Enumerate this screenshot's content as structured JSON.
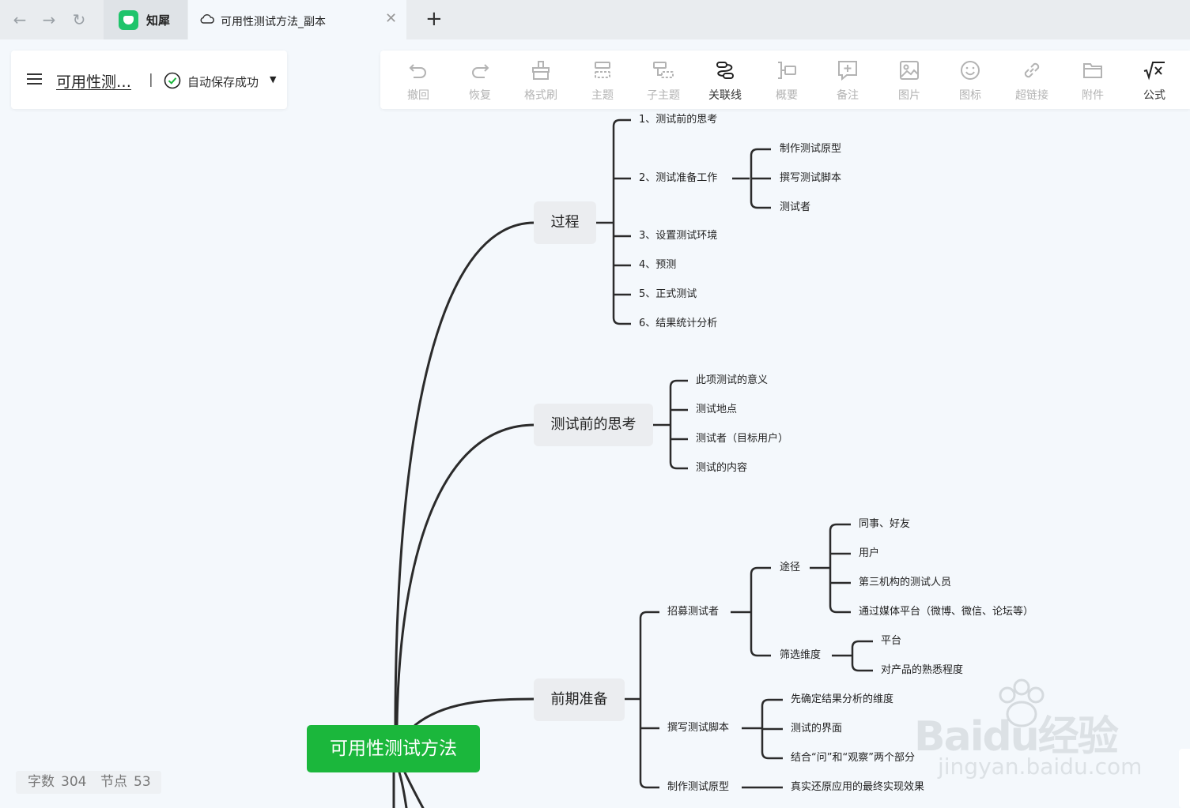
{
  "browser": {
    "back_icon": "arrow-left-icon",
    "forward_icon": "arrow-right-icon",
    "reload_icon": "reload-icon",
    "app_tab_label": "知犀",
    "doc_tab_label": "可用性测试方法_副本",
    "new_tab_icon": "plus-icon"
  },
  "header": {
    "doc_title": "可用性测…",
    "separator": "|",
    "save_status": "自动保存成功"
  },
  "toolbar": {
    "undo": "撤回",
    "redo": "恢复",
    "format_brush": "格式刷",
    "topic": "主题",
    "subtopic": "子主题",
    "relation": "关联线",
    "summary": "概要",
    "note": "备注",
    "image": "图片",
    "icon": "图标",
    "hyperlink": "超链接",
    "attachment": "附件",
    "formula": "公式"
  },
  "mindmap": {
    "root": "可用性测试方法",
    "process": {
      "label": "过程",
      "items": [
        "1、测试前的思考",
        "2、测试准备工作",
        "3、设置测试环境",
        "4、预测",
        "5、正式测试",
        "6、结果统计分析"
      ],
      "prep_children": [
        "制作测试原型",
        "撰写测试脚本",
        "测试者"
      ]
    },
    "thinking": {
      "label": "测试前的思考",
      "items": [
        "此项测试的意义",
        "测试地点",
        "测试者（目标用户）",
        "测试的内容"
      ]
    },
    "preparation": {
      "label": "前期准备",
      "recruit": {
        "label": "招募测试者",
        "channels": {
          "label": "途径",
          "items": [
            "同事、好友",
            "用户",
            "第三机构的测试人员",
            "通过媒体平台（微博、微信、论坛等）"
          ]
        },
        "filter": {
          "label": "筛选维度",
          "items": [
            "平台",
            "对产品的熟悉程度"
          ]
        }
      },
      "script": {
        "label": "撰写测试脚本",
        "items": [
          "先确定结果分析的维度",
          "测试的界面",
          "结合“问”和“观察”两个部分"
        ]
      },
      "prototype": {
        "label": "制作测试原型",
        "items": [
          "真实还原应用的最终实现效果"
        ]
      }
    }
  },
  "footer": {
    "word_count_label": "字数",
    "word_count": "304",
    "node_count_label": "节点",
    "node_count": "53"
  },
  "watermark": {
    "brand": "Baidu经验",
    "url": "jingyan.baidu.com"
  }
}
